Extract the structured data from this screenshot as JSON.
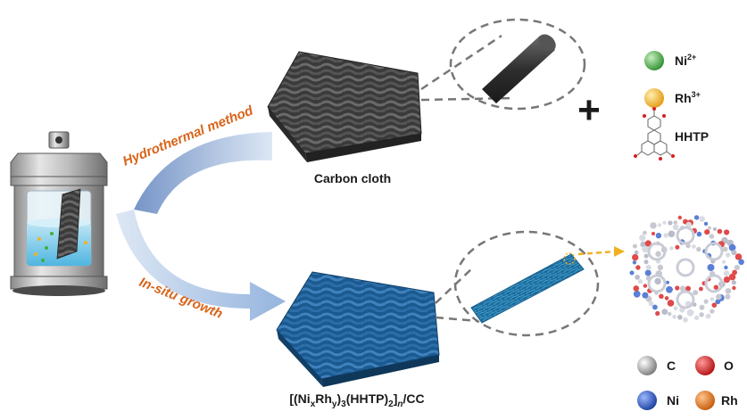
{
  "labels": {
    "hydrothermal": "Hydrothermal method",
    "insitu": "In-situ growth",
    "carbon_cloth": "Carbon cloth",
    "product_prefix": "[(Ni",
    "product_x": "x",
    "product_rh": "Rh",
    "product_y": "y",
    "product_mid": ")",
    "product_3": "3",
    "product_hhtp": "(HHTP)",
    "product_2": "2",
    "product_close": "]",
    "product_n": "n",
    "product_suffix": "/CC",
    "plus": "+"
  },
  "legend_top": [
    {
      "symbol": "Ni",
      "charge": "2+",
      "color": "#3fae3f"
    },
    {
      "symbol": "Rh",
      "charge": "3+",
      "color": "#f2b21f"
    },
    {
      "symbol": "HHTP",
      "charge": "",
      "color": ""
    }
  ],
  "legend_bottom": [
    {
      "symbol": "C",
      "color": "#b8b8b8"
    },
    {
      "symbol": "O",
      "color": "#d91c1c"
    },
    {
      "symbol": "Ni",
      "color": "#2a5bc9"
    },
    {
      "symbol": "Rh",
      "color": "#e8761a"
    }
  ],
  "colors": {
    "orange_text": "#d9641a",
    "dark_cloth": "#3d3d3d",
    "blue_cloth": "#1e5f96",
    "arrow": "#9cb4d8",
    "dashed": "#777777",
    "yellow_arrow": "#f0b020"
  }
}
